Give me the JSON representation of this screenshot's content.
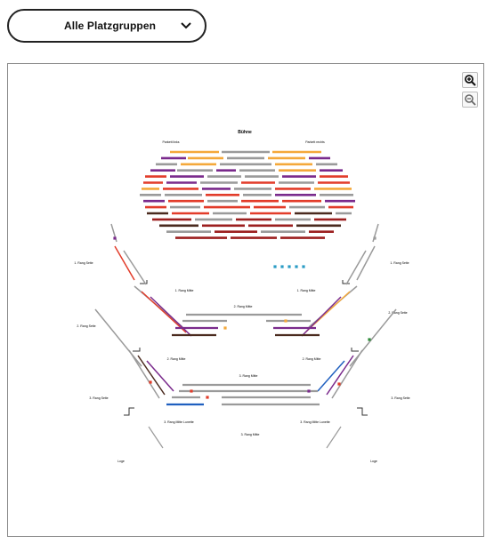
{
  "filter": {
    "label": "Alle Platzgruppen",
    "icon": "chevron-down-icon"
  },
  "zoom": {
    "in_icon": "zoom-in-icon",
    "out_icon": "zoom-out-icon"
  },
  "plan": {
    "stage": "Bühne",
    "parkett_left": "Parkett links",
    "parkett_right": "Parkett rechts",
    "rang1_mitte": "1. Rang Mitte",
    "rang1_seite": "1. Rang Seite",
    "rang2_mitte": "2. Rang Mitte",
    "rang2_seite": "2. Rang Seite",
    "rang3_mitte": "3. Rang Mitte",
    "rang3_seite": "3. Rang Seite",
    "rang3_mitte_lunette": "3. Rang Mitte Lunette",
    "loge": "Loge"
  },
  "colors": {
    "gray": "#9a9a9a",
    "orange": "#f4a83a",
    "purple": "#7a2a8c",
    "red": "#e23c2a",
    "darkred": "#9c1f1f",
    "brown": "#4a2a1e",
    "teal": "#2a9bc4",
    "blue": "#1f5fbf",
    "green": "#2e8b3a"
  }
}
